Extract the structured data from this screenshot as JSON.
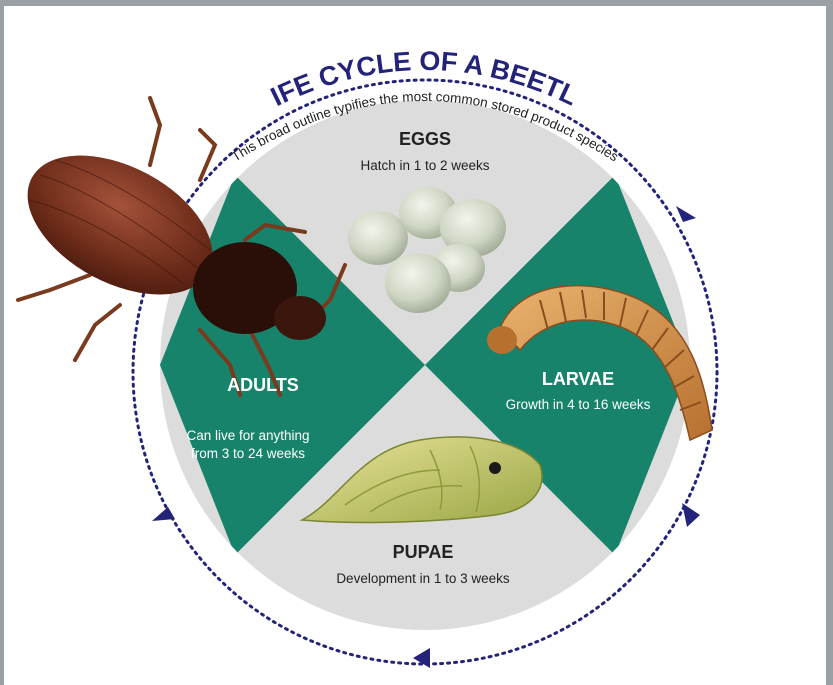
{
  "title": "LIFE CYCLE OF A BEETLE",
  "subtitle": "This broad outline typifies the most common stored product species",
  "colors": {
    "title": "#23237a",
    "teal": "#17836b",
    "grey_quadrant": "#dcdcdc",
    "arrow": "#23237a",
    "frame_grey": "#9aa0a3"
  },
  "stages": {
    "eggs": {
      "title": "EGGS",
      "desc": "Hatch in 1 to 2 weeks"
    },
    "larvae": {
      "title": "LARVAE",
      "desc": "Growth in 4 to 16 weeks"
    },
    "pupae": {
      "title": "PUPAE",
      "desc": "Development in 1 to 3 weeks"
    },
    "adults": {
      "title": "ADULTS",
      "desc_line1": "Can live for anything",
      "desc_line2": "from 3 to 24 weeks"
    }
  },
  "illustrations": [
    "adult-beetle-image",
    "eggs-image",
    "larva-image",
    "pupa-image"
  ]
}
